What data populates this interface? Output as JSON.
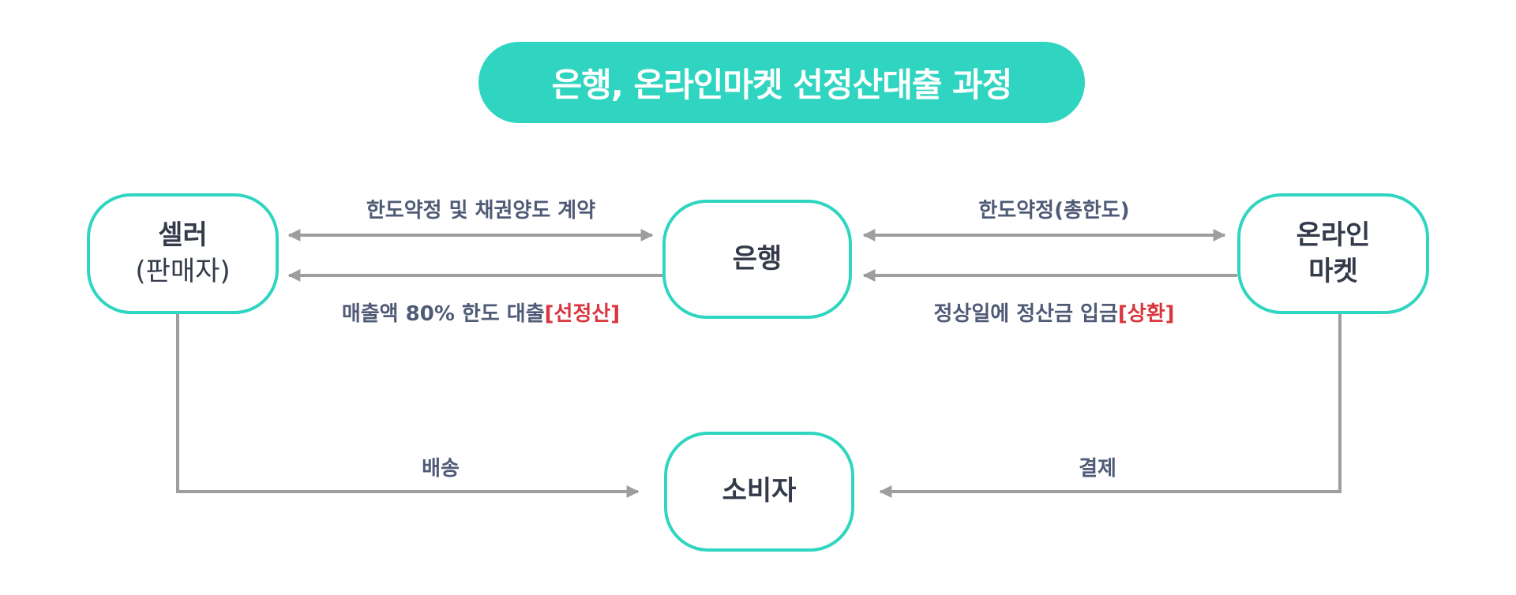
{
  "title": "은행, 온라인마켓 선정산대출 과정",
  "nodes": {
    "seller": {
      "name": "셀러",
      "sub": "(판매자)"
    },
    "bank": {
      "name": "은행"
    },
    "market": {
      "line1": "온라인",
      "line2": "마켓"
    },
    "consumer": {
      "name": "소비자"
    }
  },
  "edges": {
    "seller_bank_contract": "한도약정 및 채권양도 계약",
    "bank_seller_loan": "매출액 80% 한도 대출",
    "bank_seller_loan_tag": "[선정산]",
    "bank_market_limit": "한도약정(총한도)",
    "market_bank_settle": "정상일에 정산금 입금",
    "market_bank_settle_tag": "[상환]",
    "seller_consumer": "배송",
    "market_consumer": "결제"
  },
  "colors": {
    "accent": "#2fd5c0",
    "text": "#333b4a",
    "label": "#4f5b76",
    "highlight": "#d9363e",
    "arrow": "#9e9e9e"
  }
}
